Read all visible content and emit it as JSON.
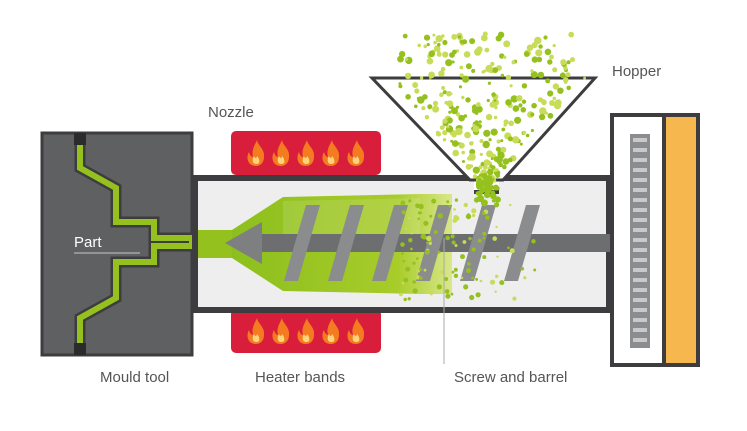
{
  "labels": {
    "hopper": "Hopper",
    "nozzle": "Nozzle",
    "part": "Part",
    "mould_tool": "Mould tool",
    "heater_bands": "Heater bands",
    "screw_and_barrel": "Screw and barrel"
  },
  "colors": {
    "mould": "#5f6062",
    "dark": "#3d3d3f",
    "barrel_fill": "#eeeeef",
    "plastic": "#95c11f",
    "plastic_light": "#c8dc5a",
    "heater": "#d81e3a",
    "flame": "#f47b20",
    "screw": "#8b8c8e",
    "shaft": "#6d6e70",
    "motor": "#f6b84e",
    "leader": "#999999"
  },
  "icons": {
    "heater_flame": "flame-icon",
    "granule": "granule-dot"
  },
  "heater_flames_per_band": 5
}
